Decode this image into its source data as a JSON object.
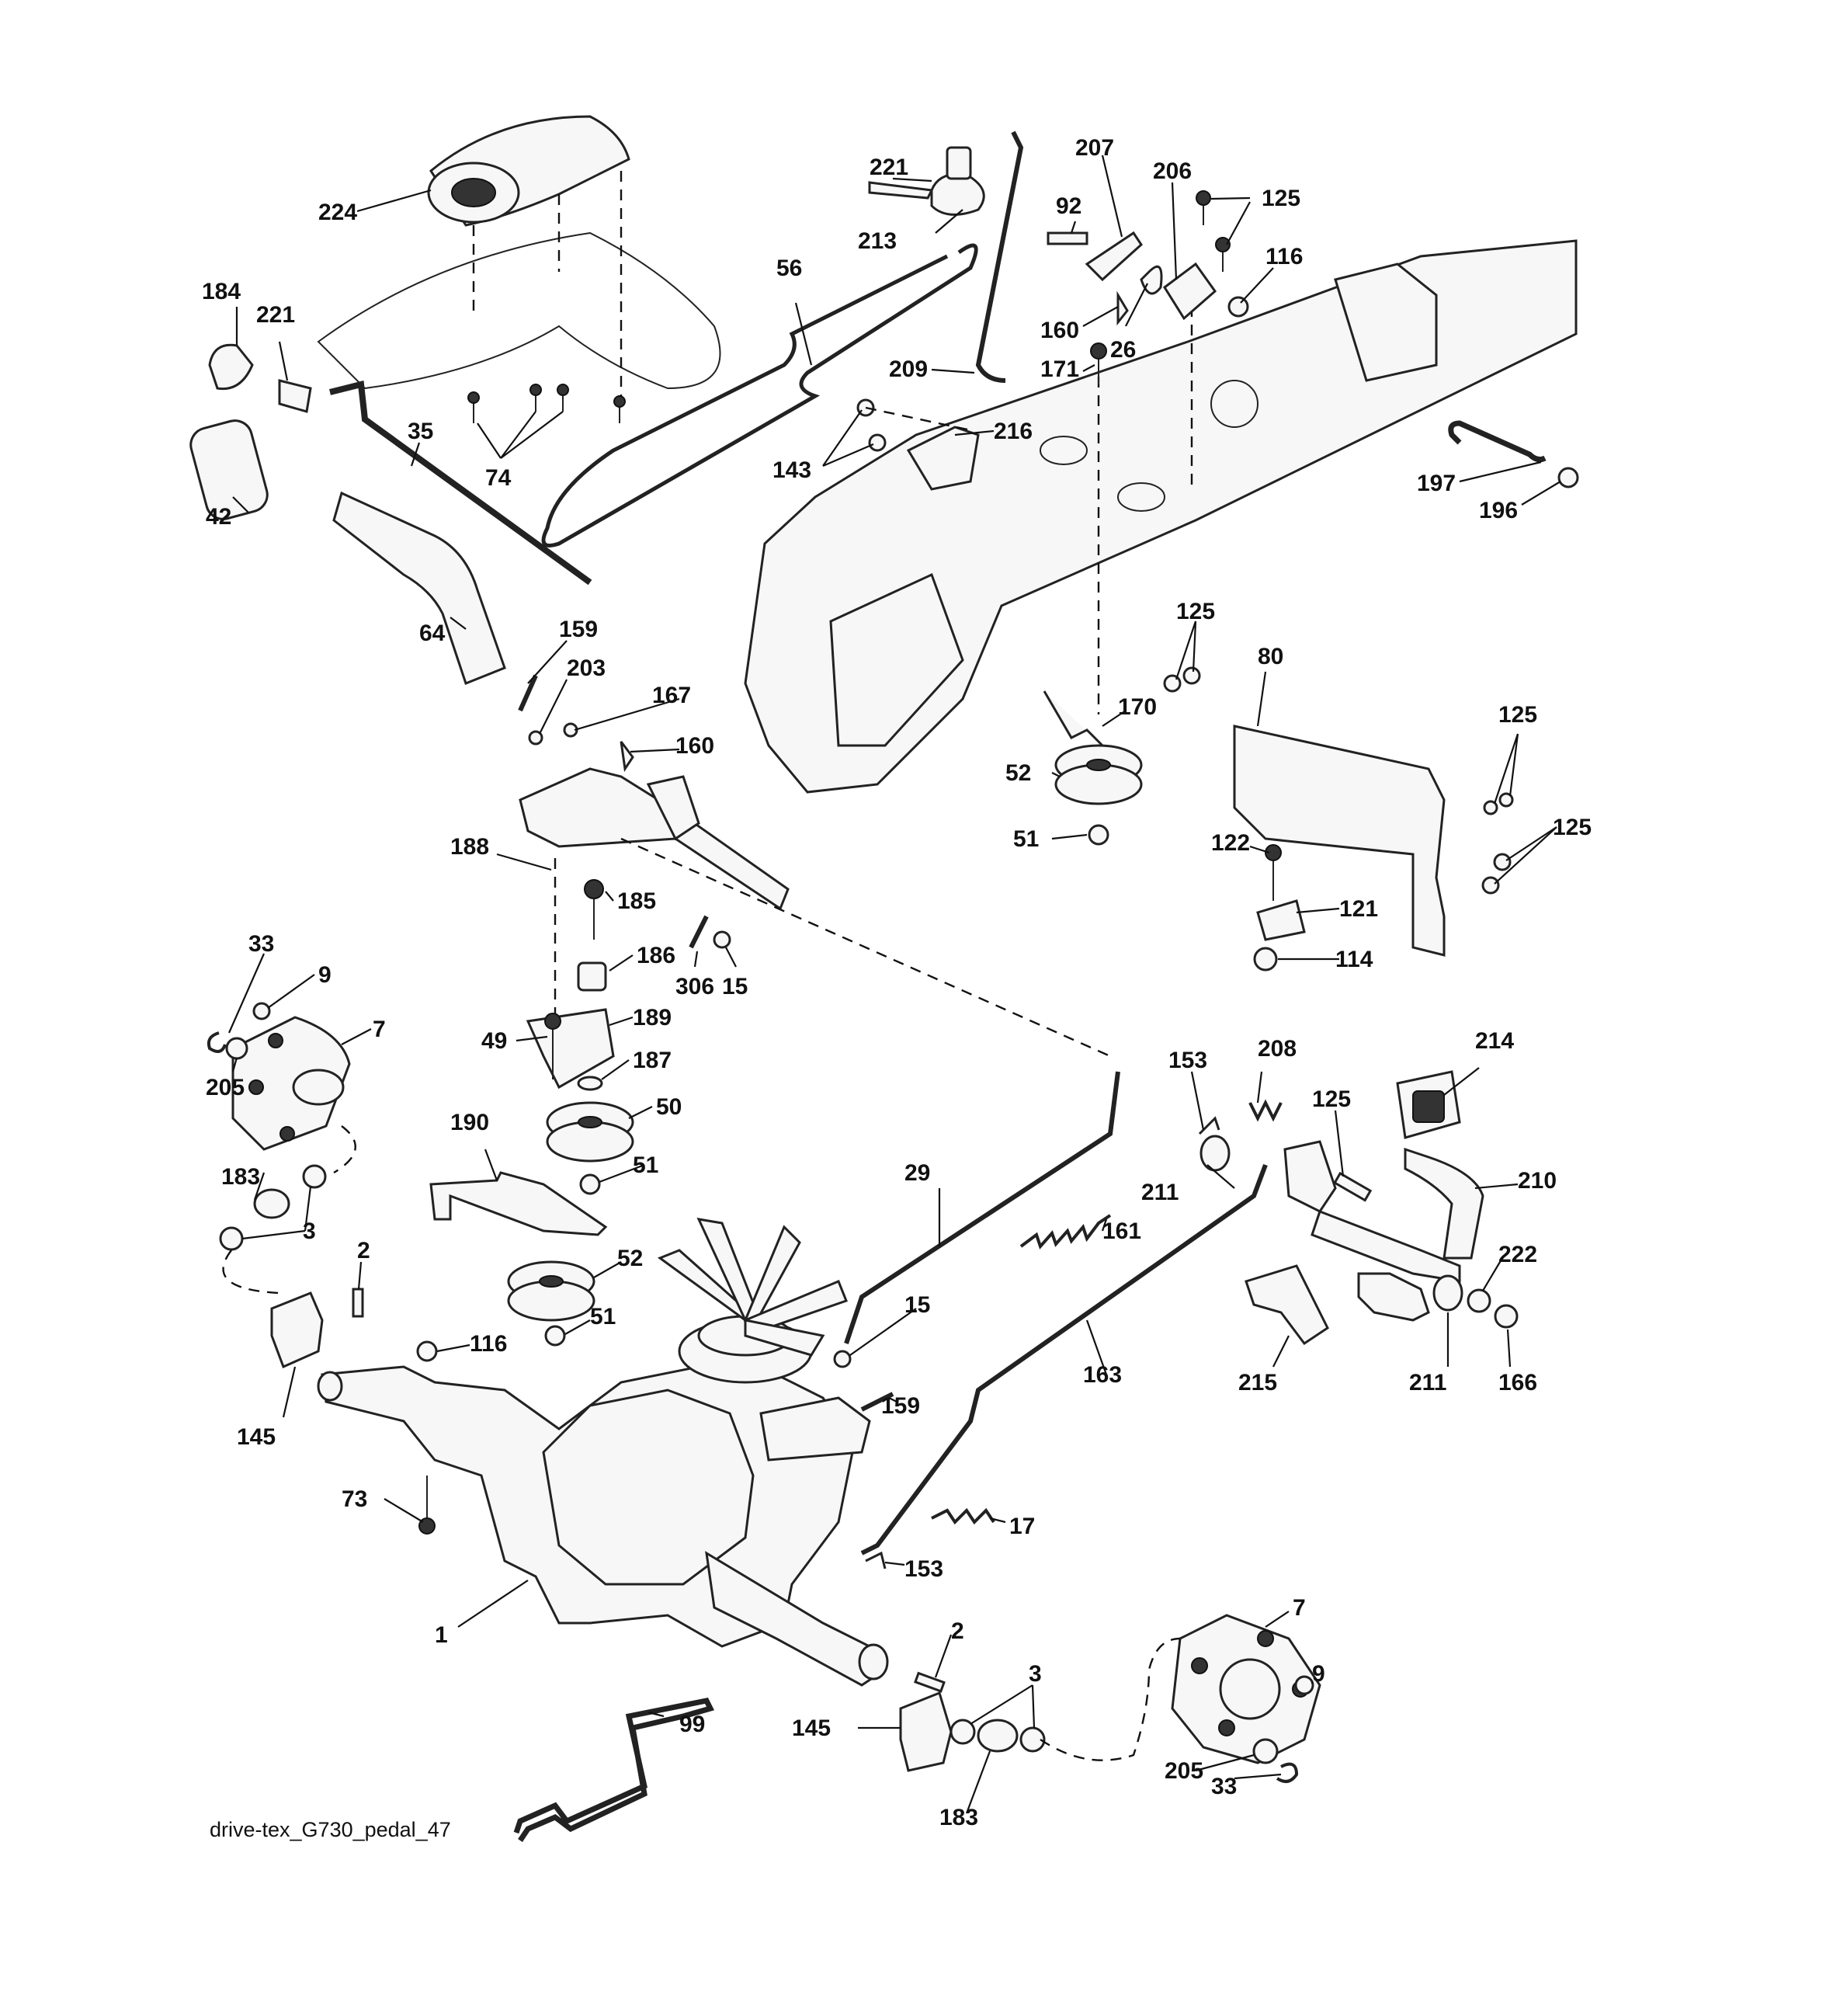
{
  "diagram": {
    "caption": "drive-tex_G730_pedal_47",
    "labels": [
      "221",
      "213",
      "207",
      "92",
      "206",
      "125",
      "116",
      "160",
      "26",
      "209",
      "171",
      "56",
      "224",
      "184",
      "221",
      "35",
      "74",
      "143",
      "216",
      "197",
      "196",
      "42",
      "64",
      "159",
      "203",
      "167",
      "160",
      "125",
      "80",
      "170",
      "125",
      "52",
      "51",
      "125",
      "122",
      "121",
      "114",
      "188",
      "185",
      "186",
      "306",
      "15",
      "33",
      "9",
      "7",
      "49",
      "189",
      "187",
      "50",
      "153",
      "208",
      "125",
      "214",
      "205",
      "190",
      "51",
      "183",
      "3",
      "29",
      "211",
      "210",
      "161",
      "222",
      "2",
      "52",
      "15",
      "51",
      "116",
      "159",
      "215",
      "211",
      "166",
      "163",
      "145",
      "73",
      "17",
      "153",
      "1",
      "2",
      "7",
      "3",
      "9",
      "99",
      "145",
      "183",
      "205",
      "33"
    ]
  }
}
